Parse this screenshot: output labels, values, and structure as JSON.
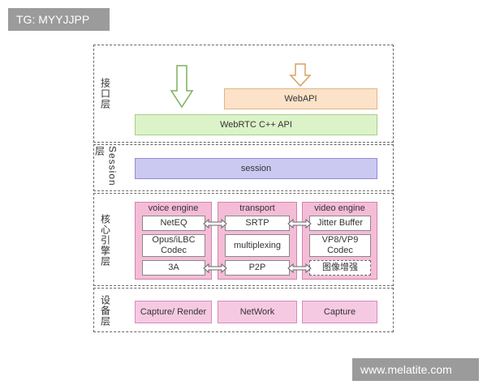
{
  "badges": {
    "top_left": "TG: MYYJJPP",
    "bottom_right": "www.melatite.com"
  },
  "layers": {
    "interface": {
      "label": "接口层",
      "webapi": "WebAPI",
      "cpp_api": "WebRTC C++ API"
    },
    "session": {
      "label": "Session层",
      "box": "session"
    },
    "engine": {
      "label": "核心引擎层",
      "voice": {
        "title": "voice engine",
        "items": [
          "NetEQ",
          "Opus/iLBC Codec",
          "3A"
        ]
      },
      "transport": {
        "title": "transport",
        "items": [
          "SRTP",
          "multiplexing",
          "P2P"
        ]
      },
      "video": {
        "title": "video engine",
        "items": [
          "Jitter Buffer",
          "VP8/VP9 Codec",
          "图像增强"
        ]
      }
    },
    "device": {
      "label": "设备层",
      "items": [
        "Capture/ Render",
        "NetWork",
        "Capture"
      ]
    }
  },
  "colors": {
    "orange": "#fbe2c8",
    "green": "#dcf3c9",
    "purple": "#cbc9f2",
    "pink": "#f6c9e3"
  }
}
